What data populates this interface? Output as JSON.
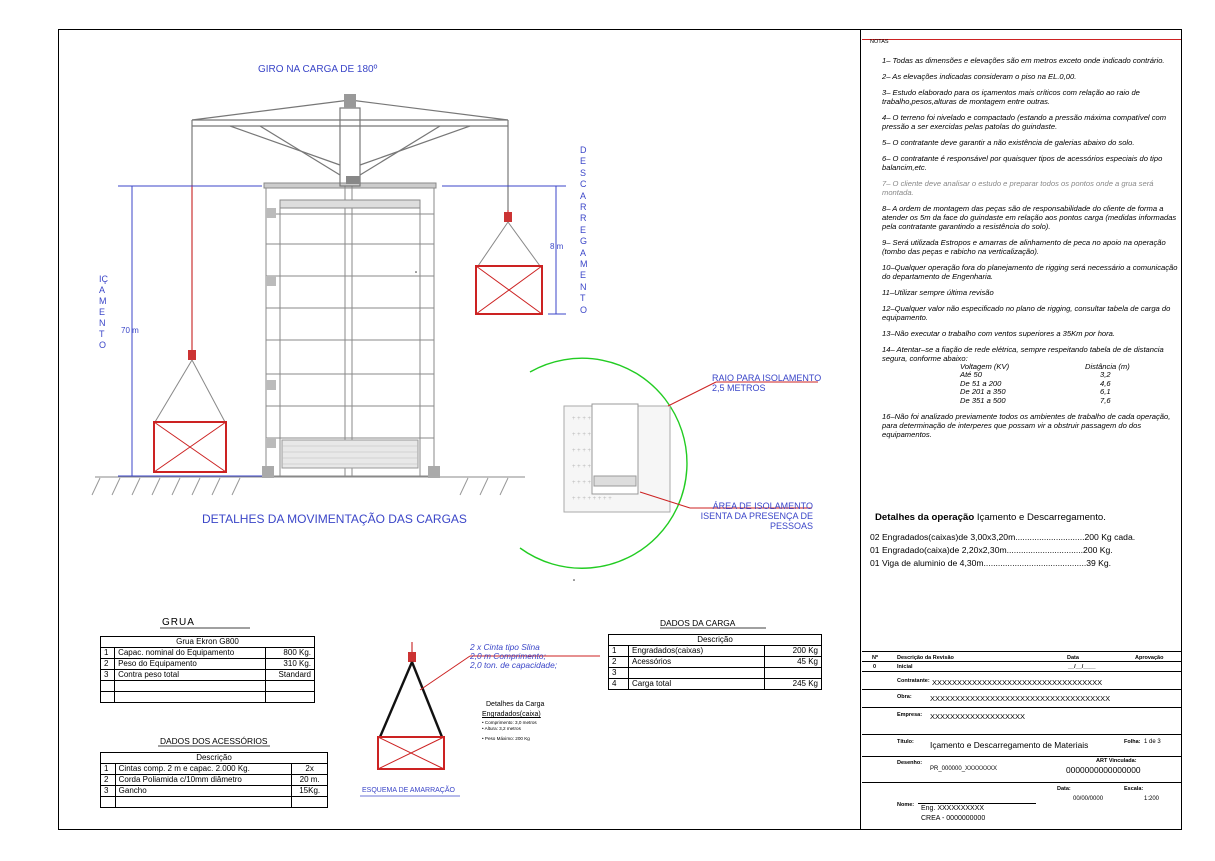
{
  "drawing": {
    "title_rotation": "GIRO NA CARGA DE 180º",
    "label_discharge": "DESCARREGAMENTO",
    "label_lift": "IÇAMENTO",
    "height_70": "70 m",
    "height_8": "8 m",
    "radius_label_1": "RAIO PARA ISOLAMENTO",
    "radius_label_2": "2,5 METROS",
    "area_label_1": "ÁREA DE ISOLAMENTO",
    "area_label_2": "ISENTA DA PRESENÇA DE",
    "area_label_3": "PESSOAS",
    "main_caption": "DETALHES DA MOVIMENTAÇÃO DAS CARGAS",
    "sling_1": "2 x Cinta tipo Slina",
    "sling_2": "2,0 m Comprimento;",
    "sling_3": "2,0 ton. de capacidade;",
    "load_detail_title": "Detalhes da Carga",
    "load_detail_sub": "Engradados(caixa)",
    "load_detail_l1": "• Comprimento: 3,0 metros",
    "load_detail_l2": "• Altura: 3,2 metros",
    "load_detail_l3": "• Peso Máximo: 200 Kg",
    "scheme_label": "ESQUEMA DE AMARRAÇÃO"
  },
  "notes": {
    "header": "NOTAS",
    "items": [
      "1– Todas as dimensões e elevações são em metros exceto onde indicado contrário.",
      "2– As elevações indicadas consideram o piso na EL.0,00.",
      "3– Estudo elaborado para os içamentos mais críticos com relação ao raio de trabalho,pesos,alturas de montagem entre outras.",
      "4– O terreno foi nivelado e compactado (estando a pressão máxima compatível com pressão a ser exercidas pelas patolas do guindaste.",
      "5– O contratante deve garantir a não existência de galerias abaixo do solo.",
      "6– O contratante é responsável por quaisquer tipos de acessórios especiais do tipo balancim,etc.",
      "7– O cliente deve analisar o estudo e preparar todos os pontos onde a grua será montada.",
      "8– A ordem de montagem das peças são de responsabilidade do cliente de forma a atender os 5m da face do guindaste em relação aos pontos carga (medidas informadas pela contratante garantindo a resistência do solo).",
      "9– Será utilizada Estropos e amarras de alinhamento de peca no apoio na operação (tombo das peças e rabicho na verticalização).",
      "10–Qualquer operação fora do planejamento de rigging será necessário a comunicação do departamento de Engenharia.",
      "11–Utilizar sempre última revisão",
      "12–Qualquer valor não especificado no plano de rigging, consultar tabela de carga do equipamento.",
      "13–Não executar o trabalho com ventos superiores a 35Km por hora.",
      "14– Atentar–se a fiação de rede elétrica, sempre respeitando tabela de de distancia segura, conforme abaixo:",
      "16–Não foi analizado previamente todos os ambientes de trabalho de cada operação, para determinação de interperes que possam vir a obstruir passagem do dos equipamentos."
    ],
    "voltage_header": [
      "Voltagem (KV)",
      "Distância (m)"
    ],
    "voltage_rows": [
      [
        "Até 50",
        "3,2"
      ],
      [
        "De 51 a 200",
        "4,6"
      ],
      [
        "De 201 a 350",
        "6,1"
      ],
      [
        "De 351 a 500",
        "7,6"
      ]
    ]
  },
  "operation": {
    "title": "Detalhes da operação",
    "title_value": "Içamento e Descarregamento.",
    "lines": [
      "02 Engradados(caixas)de 3,00x3,20m.............................200 Kg cada.",
      "01 Engradado(caixa)de 2,20x2,30m................................200 Kg.",
      "01 Viga de aluminio de 4,30m...........................................39 Kg."
    ]
  },
  "grua": {
    "section_title": "GRUA",
    "table_title": "Grua Ekron G800",
    "rows": [
      [
        "1",
        "Capac. nominal do Equipamento",
        "800 Kg."
      ],
      [
        "2",
        "Peso do Equipamento",
        "310 Kg."
      ],
      [
        "3",
        "Contra peso total",
        "Standard"
      ],
      [
        "",
        "",
        ""
      ],
      [
        "",
        "",
        ""
      ]
    ]
  },
  "acessorios": {
    "section_title": "DADOS DOS ACESSÓRIOS",
    "table_title": "Descrição",
    "rows": [
      [
        "1",
        "Cintas comp. 2 m e capac. 2.000 Kg.",
        "2x"
      ],
      [
        "2",
        "Corda Poliamida c/10mm diâmetro",
        "20 m."
      ],
      [
        "3",
        "Gancho",
        "15Kg."
      ]
    ]
  },
  "carga": {
    "section_title": "DADOS DA CARGA",
    "table_title": "Descrição",
    "rows": [
      [
        "1",
        "Engradados(caixas)",
        "200 Kg"
      ],
      [
        "2",
        "Acessórios",
        "45 Kg"
      ],
      [
        "3",
        "",
        ""
      ],
      [
        "4",
        "Carga total",
        "245 Kg"
      ]
    ]
  },
  "title_block": {
    "rev_headers": [
      "Nº",
      "Descrição da Revisão",
      "Data",
      "Aprovação"
    ],
    "rev_row": [
      "0",
      "Inicial",
      "__/__/____",
      ""
    ],
    "contratante_label": "Contratante:",
    "contratante_value": "XXXXXXXXXXXXXXXXXXXXXXXXXXXXXXXXXX",
    "obra_label": "Obra:",
    "obra_value": "XXXXXXXXXXXXXXXXXXXXXXXXXXXXXXXXXXXX",
    "empresa_label": "Empresa:",
    "empresa_value": "XXXXXXXXXXXXXXXXXXX",
    "titulo_label": "Título:",
    "titulo_value": "Içamento e Descarregamento de Materiais",
    "folha_label": "Folha:",
    "folha_value": "1 de 3",
    "desenho_label": "Desenho:",
    "desenho_value": "PR_000000_XXXXXXXX",
    "art_label": "ART Vinculada:",
    "art_value": "0000000000000000",
    "data_label": "Data:",
    "data_value": "00/00/0000",
    "escala_label": "Escala:",
    "escala_value": "1:200",
    "nome_label": "Nome:",
    "nome_value": "Eng. XXXXXXXXXX",
    "crea_value": "CREA - 0000000000"
  }
}
